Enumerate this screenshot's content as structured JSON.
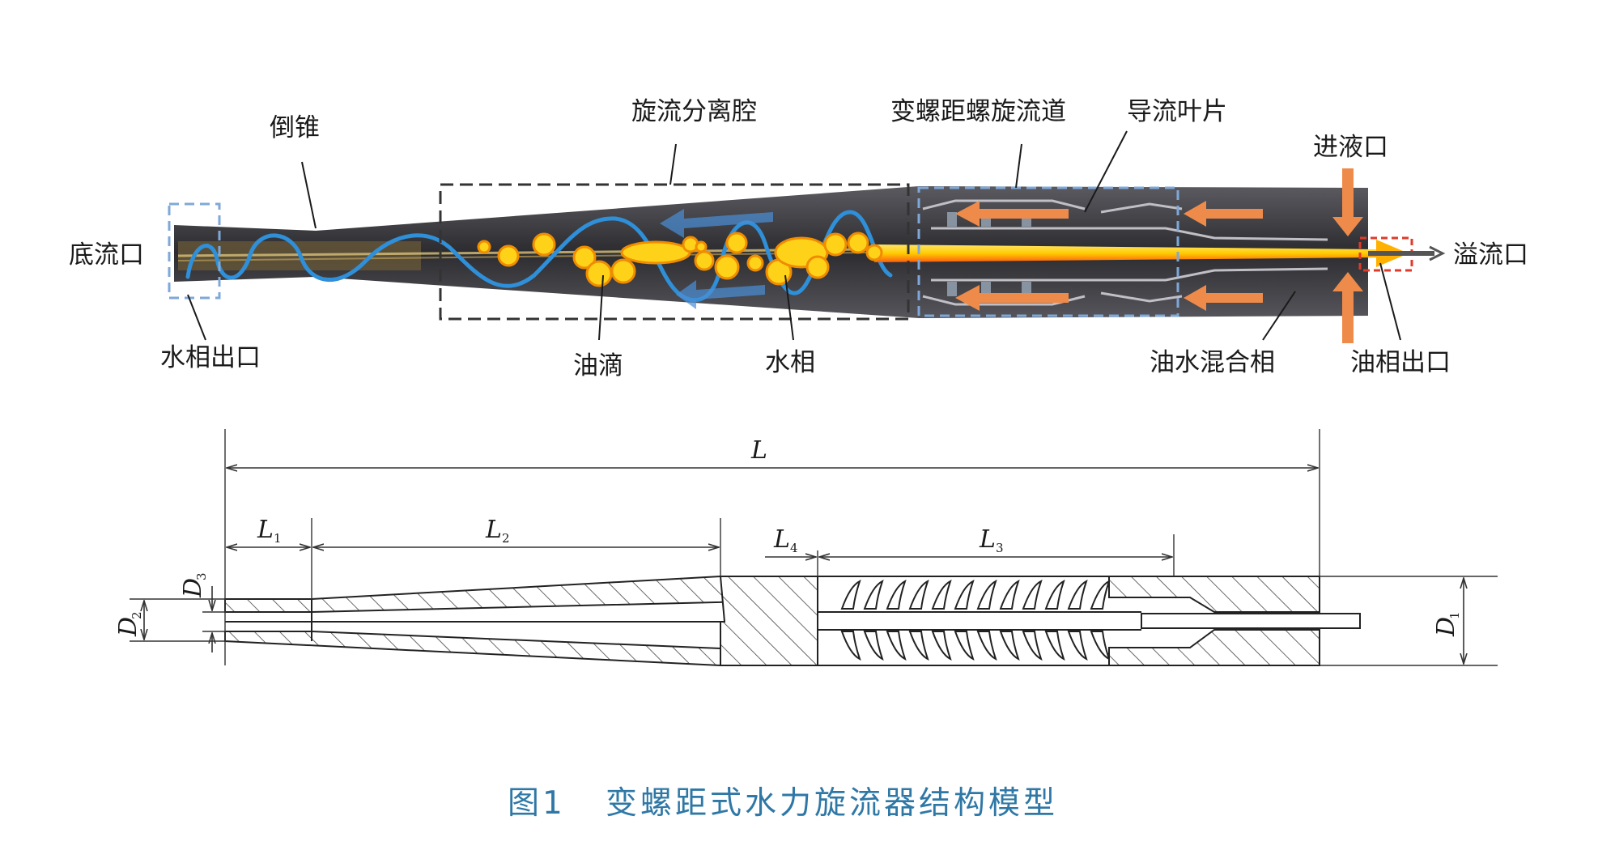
{
  "top_labels": {
    "di_liu_kou": "底流口",
    "dao_zhui": "倒锥",
    "shui_xiang_chu_kou": "水相出口",
    "xuan_liu_fen_li_qiang": "旋流分离腔",
    "bian_luo_ju_liu_dao": "变螺距螺旋流道",
    "dao_liu_ye_pian": "导流叶片",
    "jin_ye_kou": "进液口",
    "yi_liu_kou": "溢流口",
    "you_di": "油滴",
    "shui_xiang": "水相",
    "you_shui_hun_he_xiang": "油水混合相",
    "you_xiang_chu_kou": "油相出口"
  },
  "dimensions": {
    "L": "L",
    "L1": "L",
    "L1_sub": "1",
    "L2": "L",
    "L2_sub": "2",
    "L3": "L",
    "L3_sub": "3",
    "L4": "L",
    "L4_sub": "4",
    "D1": "D",
    "D1_sub": "1",
    "D2": "D",
    "D2_sub": "2",
    "D3": "D",
    "D3_sub": "3"
  },
  "caption": {
    "number": "图1",
    "title": "变螺距式水力旋流器结构模型"
  },
  "colors": {
    "body_dark": "#3c3c40",
    "water_blue": "#2f8fd8",
    "oil_yellow": "#ffd21a",
    "oil_orange": "#f08c00",
    "arrow_orange": "#ef8b4a",
    "caption_blue": "#2f78a6",
    "box_blue": "#7fa8d8",
    "box_red": "#e03a2a"
  }
}
